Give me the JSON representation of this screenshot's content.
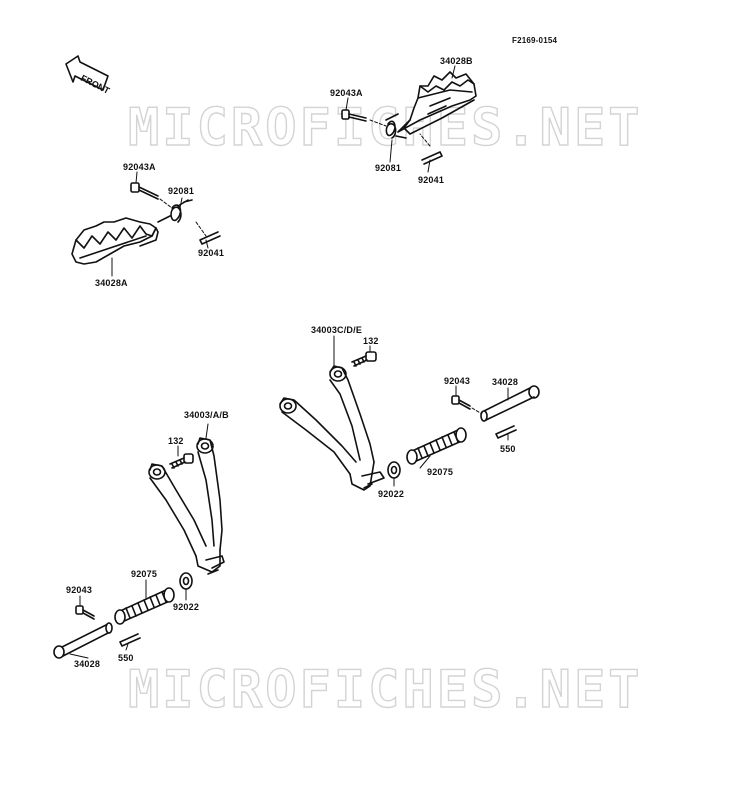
{
  "figure_code": "F2169-0154",
  "front_arrow_label": "FRONT",
  "watermarks": [
    "MICROFICHES.NET",
    "MICROFICHES.NET"
  ],
  "callouts": {
    "right_peg_label": "34028B",
    "right_peg_bolt_label": "92043A",
    "right_peg_spring_label": "92081",
    "right_peg_pin_label": "92041",
    "left_peg_bolt_label": "92043A",
    "left_peg_spring_label": "92081",
    "left_peg_pin_label": "92041",
    "left_peg_label": "34028A",
    "right_bracket_label": "34003C/D/E",
    "right_bracket_bolt_label": "132",
    "right_rear_bolt_label": "92043",
    "right_rear_shaft_label": "34028",
    "right_rear_cotter_label": "550",
    "right_rear_rubber_label": "92075",
    "right_rear_washer_label": "92022",
    "left_bracket_label": "34003/A/B",
    "left_bracket_bolt_label": "132",
    "left_rear_rubber_label": "92075",
    "left_rear_washer_label": "92022",
    "left_rear_bolt_label": "92043",
    "left_rear_cotter_label": "550",
    "left_rear_shaft_label": "34028"
  }
}
